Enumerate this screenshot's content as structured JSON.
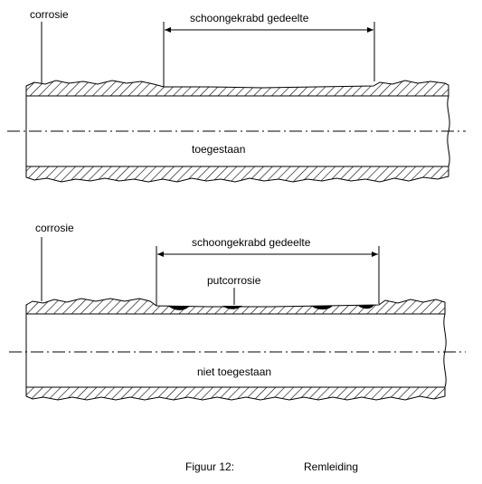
{
  "diagram_1": {
    "corrosion_label": "corrosie",
    "scraped_label": "schoongekrabd gedeelte",
    "verdict_label": "toegestaan"
  },
  "diagram_2": {
    "corrosion_label": "corrosie",
    "scraped_label": "schoongekrabd gedeelte",
    "pitting_label": "putcorrosie",
    "verdict_label": "niet toegestaan"
  },
  "caption": {
    "figure_number": "Figuur 12:",
    "title": "Remleiding"
  },
  "colors": {
    "line": "#000000",
    "background": "#ffffff"
  }
}
